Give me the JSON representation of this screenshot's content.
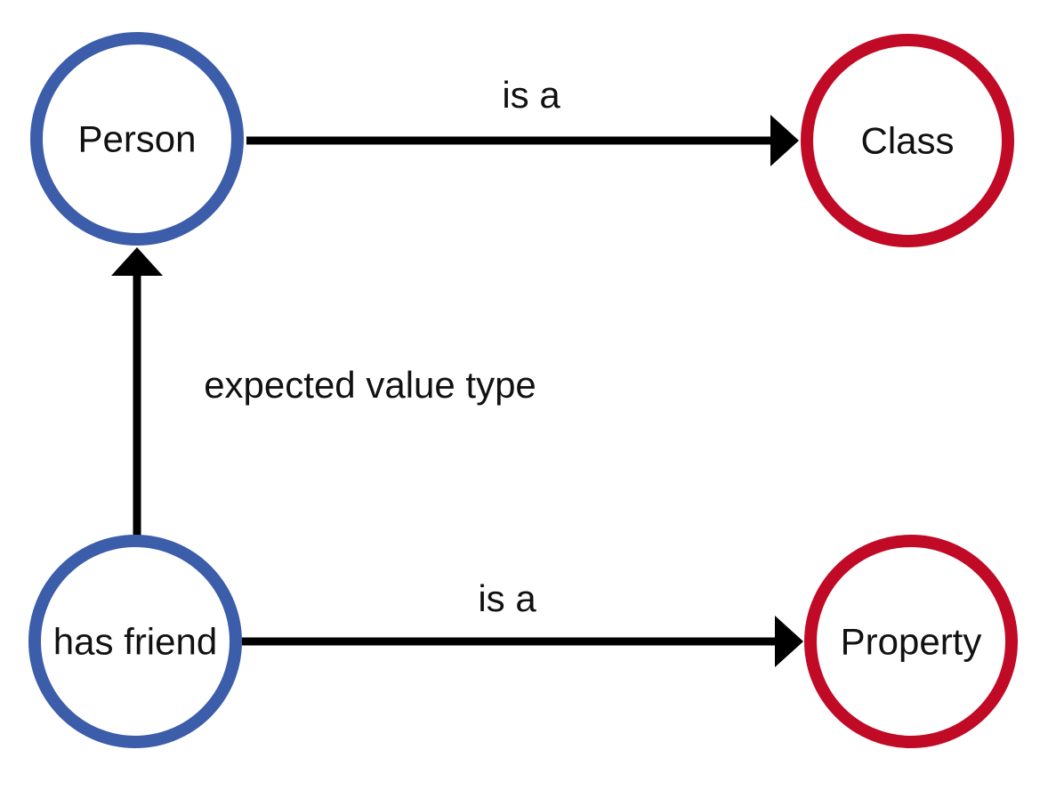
{
  "diagram": {
    "description": "Ontology diagram showing instance-of and value-type relations",
    "colors": {
      "instance_node_stroke": "#3C5DA9",
      "meta_node_stroke": "#C00A26",
      "edge_color": "#000000",
      "label_color": "#111111",
      "background": "#FFFFFF"
    },
    "nodes": [
      {
        "id": "person",
        "label": "Person",
        "kind": "instance"
      },
      {
        "id": "class",
        "label": "Class",
        "kind": "meta"
      },
      {
        "id": "has-friend",
        "label": "has friend",
        "kind": "instance"
      },
      {
        "id": "property",
        "label": "Property",
        "kind": "meta"
      }
    ],
    "edges": [
      {
        "from": "Person",
        "to": "Class",
        "label": "is a"
      },
      {
        "from": "has friend",
        "to": "Property",
        "label": "is a"
      },
      {
        "from": "has friend",
        "to": "Person",
        "label": "expected value type"
      }
    ]
  }
}
